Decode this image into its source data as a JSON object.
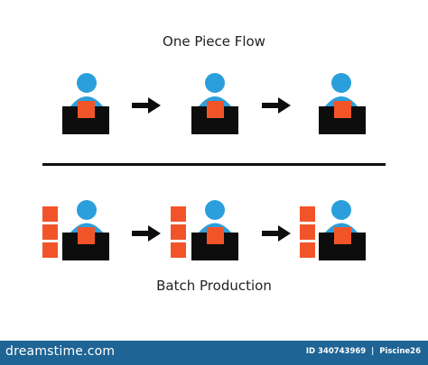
{
  "titles": {
    "top": "One Piece Flow",
    "bottom": "Batch Production"
  },
  "colors": {
    "person": "#2b9fdb",
    "desk": "#0d0d0d",
    "piece": "#f2542a",
    "arrow": "#0d0d0d",
    "divider": "#111111",
    "footer": "#1e6494"
  },
  "footer": {
    "brand": "dreamstime.com",
    "image_id": "ID 340743969",
    "author": "Piscine26"
  }
}
